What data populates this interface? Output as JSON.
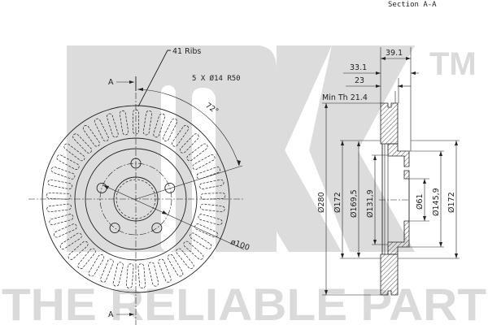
{
  "title": "Section A-A",
  "watermark": {
    "logo": "NK",
    "trademark": "TM",
    "slogan": "THE RELIABLE PART",
    "color": "#dadada"
  },
  "front_view": {
    "ribs_label": "41 Ribs",
    "bolt_pattern": "5 X Ø14 R50",
    "angle_label": "72°",
    "pcd_label": "ø100",
    "section_marker_top": "A",
    "section_marker_bottom": "A",
    "rib_count": 41,
    "bolt_holes": 5
  },
  "section_view": {
    "dimensions": {
      "overall_height": "39.1",
      "hat_depth": "33.1",
      "thickness": "23",
      "min_thickness": "Min Th 21.4",
      "outer_diameter": "Ø280",
      "d172_left": "Ø172",
      "d169_5": "Ø169,5",
      "d131_9": "Ø131,9",
      "center_bore": "Ø61",
      "d145_9": "Ø145,9",
      "d172_right": "Ø172"
    }
  },
  "colors": {
    "line": "#222222",
    "background": "#ffffff",
    "logo_gray": "#dadada"
  }
}
